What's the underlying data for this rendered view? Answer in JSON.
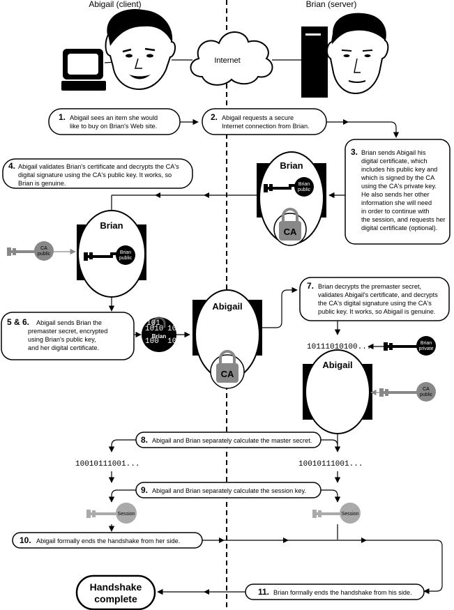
{
  "header": {
    "client_title": "Abigail (client)",
    "server_title": "Brian (server)",
    "internet_label": "Internet"
  },
  "steps": {
    "s1": {
      "num": "1.",
      "line1": "Abigail sees an item she would",
      "line2": "like to buy on Brian's Web site."
    },
    "s2": {
      "num": "2.",
      "line1": "Abigail requests a secure",
      "line2": "Internet connection from Brian."
    },
    "s3": {
      "num": "3.",
      "lines": [
        "Brian sends Abigail his",
        "digital certificate, which",
        "includes his public key and",
        "which is signed by the CA",
        "using the CA's private key.",
        "He also sends her other",
        "information she will need",
        "in order to continue with",
        "the session, and requests her",
        "digital certificate (optional)."
      ]
    },
    "s4": {
      "num": "4.",
      "lines": [
        "Abigail validates Brian's certificate and decrypts the CA's",
        "digital signature using the CA's public key. It works, so",
        "Brian is genuine."
      ]
    },
    "s56": {
      "num": "5 & 6.",
      "lines": [
        "Abigail sends Brian the",
        "premaster secret, encrypted",
        "using Brian's public key,",
        "and her digital certificate."
      ]
    },
    "s7": {
      "num": "7.",
      "lines": [
        "Brian decrypts the premaster secret,",
        "validates Abigail's certificate, and decrypts",
        "the CA's digital signature using the CA's",
        "public key. It works, so Abigail is genuine."
      ]
    },
    "s8": {
      "num": "8.",
      "text": "Abigail and Brian separately calculate the master secret."
    },
    "s9": {
      "num": "9.",
      "text": "Abigail and Brian separately calculate the session key."
    },
    "s10": {
      "num": "10.",
      "text": "Abigail formally ends the handshake from her side."
    },
    "s11": {
      "num": "11.",
      "text": "Brian formally ends the handshake from his side."
    }
  },
  "certificates": {
    "brian_label": "Brian",
    "abigail_label": "Abigail",
    "ca_label": "CA"
  },
  "keys": {
    "brian_public_l1": "Brian",
    "brian_public_l2": "public",
    "ca_public_l1": "CA",
    "ca_public_l2": "public",
    "brian_private_l1": "Brian",
    "brian_private_l2": "private",
    "session": "Session"
  },
  "secrets": {
    "premaster_bits": "10111010100...",
    "master_left": "10010111001...",
    "master_right": "10010111001...",
    "envelope_label": "Brian",
    "envelope_bits": [
      "101",
      "1010",
      "1011",
      "100",
      "1001"
    ]
  },
  "final": {
    "line1": "Handshake",
    "line2": "complete"
  }
}
